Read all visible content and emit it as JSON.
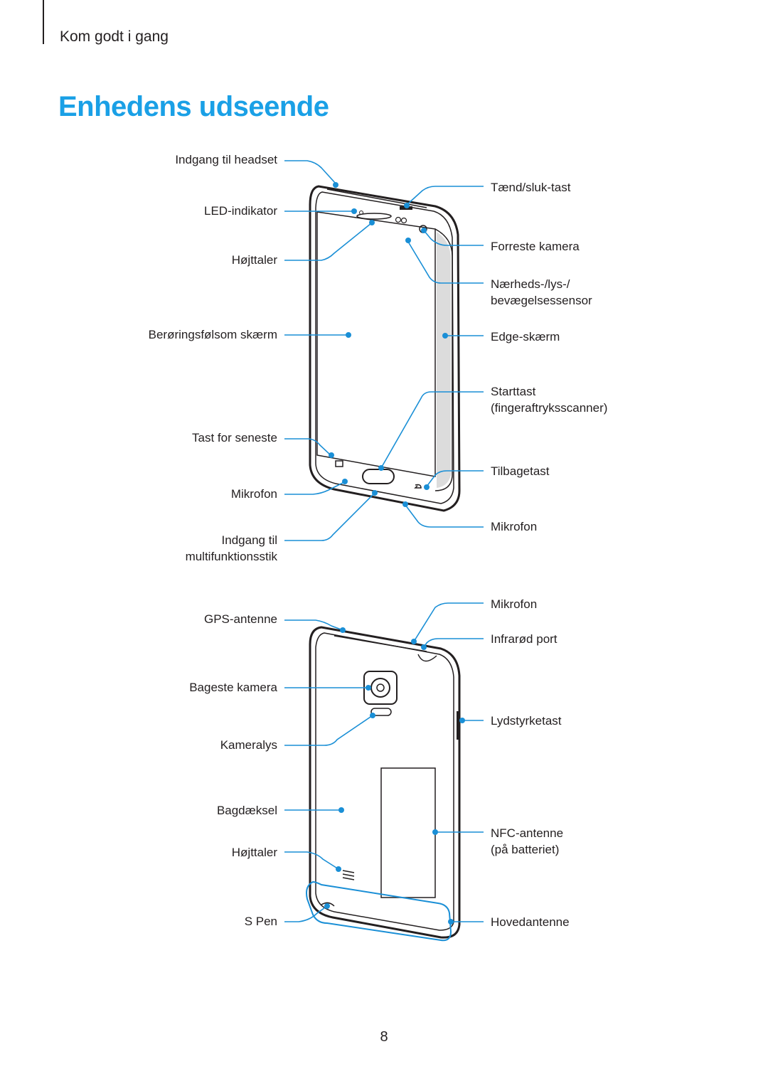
{
  "header": {
    "section": "Kom godt i gang"
  },
  "title": "Enhedens udseende",
  "front_labels": {
    "headset_jack": "Indgang til headset",
    "led": "LED-indikator",
    "speaker": "Højttaler",
    "touchscreen": "Berøringsfølsom skærm",
    "recent_key": "Tast for seneste",
    "mic_left": "Mikrofon",
    "multipurpose_1": "Indgang til",
    "multipurpose_2": "multifunktionsstik",
    "power_key": "Tænd/sluk-tast",
    "front_camera": "Forreste kamera",
    "sensor_1": "Nærheds-/lys-/",
    "sensor_2": "bevægelsessensor",
    "edge_screen": "Edge-skærm",
    "home_1": "Starttast",
    "home_2": "(fingeraftryksscanner)",
    "back_key": "Tilbagetast",
    "mic_bottom": "Mikrofon"
  },
  "rear_labels": {
    "gps": "GPS-antenne",
    "rear_camera": "Bageste kamera",
    "flash": "Kameralys",
    "back_cover": "Bagdæksel",
    "speaker": "Højttaler",
    "spen": "S Pen",
    "mic_top": "Mikrofon",
    "ir_port": "Infrarød port",
    "volume": "Lydstyrketast",
    "nfc_1": "NFC-antenne",
    "nfc_2": "(på batteriet)",
    "main_antenna": "Hovedantenne"
  },
  "page_number": "8",
  "colors": {
    "accent": "#1aa0e6",
    "callout": "#1a8fd6",
    "text": "#231f20"
  }
}
